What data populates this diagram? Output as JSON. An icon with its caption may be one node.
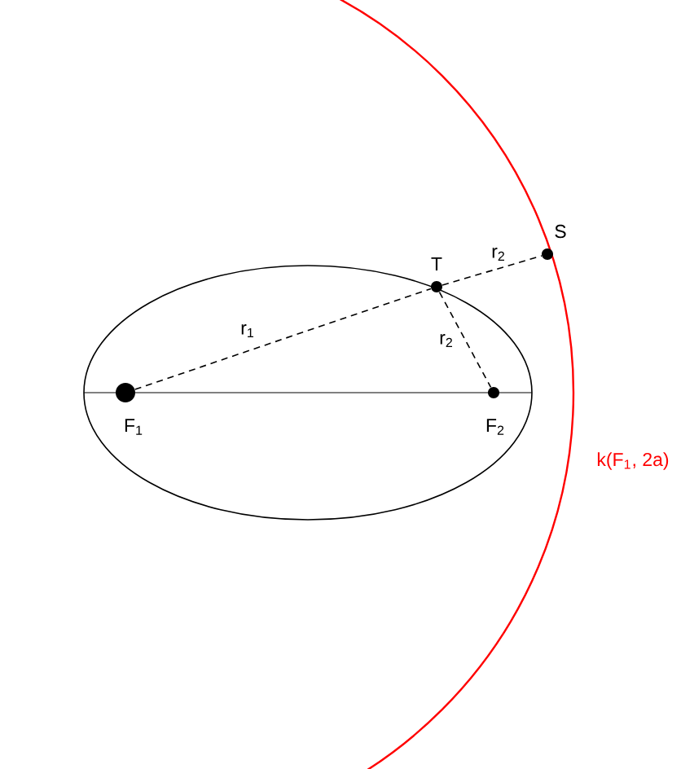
{
  "diagram": {
    "nodes": [
      {
        "text": [],
        "shape": "ellipse"
      },
      {
        "text": [
          "S"
        ]
      },
      {
        "text": [
          "T"
        ]
      },
      {
        "text": [
          "F$_{1}$"
        ],
        "in": 0
      },
      {
        "text": [
          "F$_{2}$"
        ],
        "in": 0
      }
    ],
    "edges": [
      {
        "from": 3,
        "to": 2,
        "arrow": "none",
        "style": "dashed",
        "label": "r$_{1}$"
      },
      {
        "from": 2,
        "to": 1,
        "arrow": "none",
        "style": "dashed",
        "label": "r$_{2}$"
      },
      {
        "from": 2,
        "to": 4,
        "arrow": "none",
        "style": "dashed",
        "label": "r$_{2}$"
      }
    ],
    "labels": [
      "k(F$_{1}$, 2a)"
    ]
  }
}
